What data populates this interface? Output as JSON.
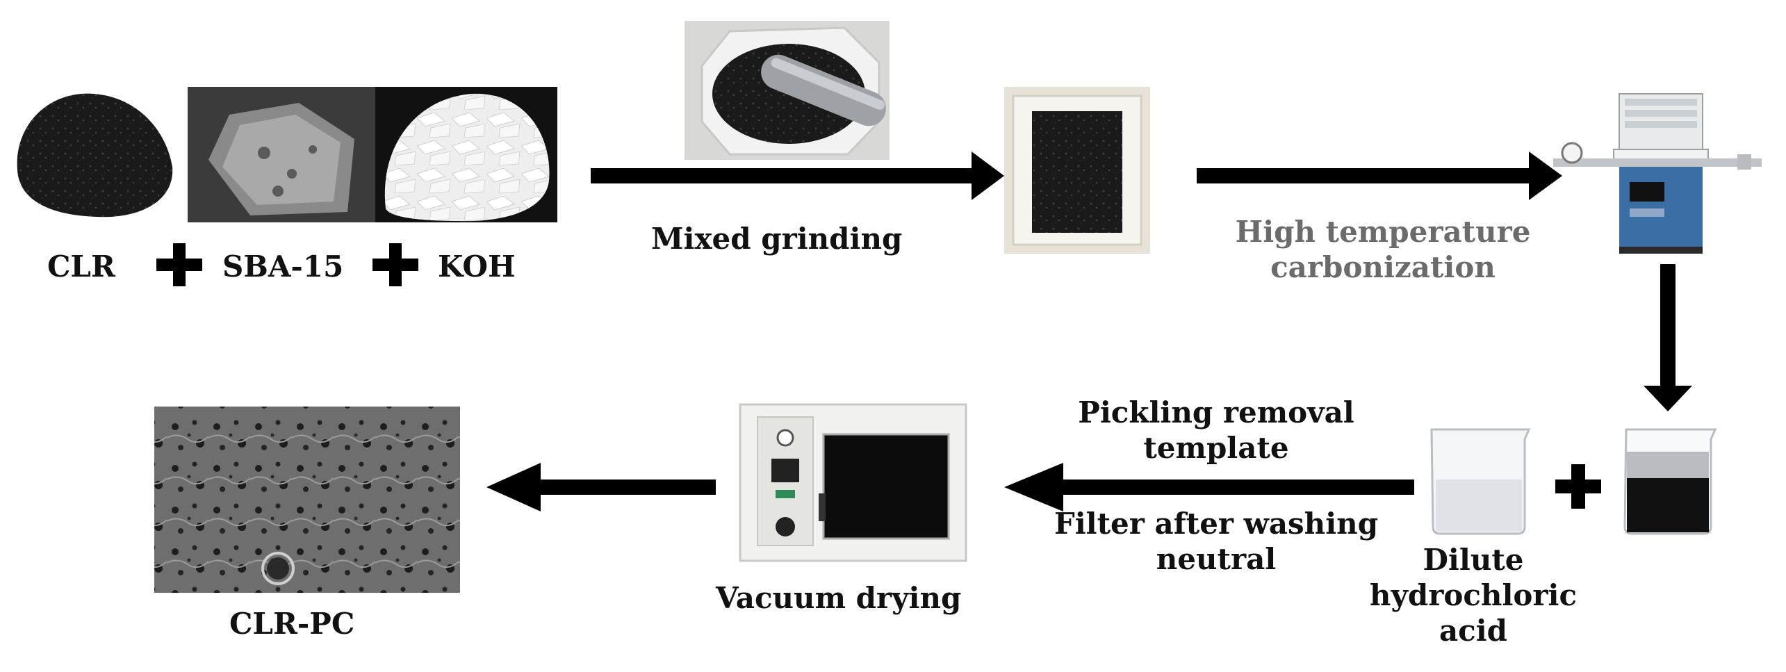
{
  "materials": {
    "clr": "CLR",
    "sba15": "SBA-15",
    "koh": "KOH"
  },
  "steps": {
    "mixed_grinding": "Mixed grinding",
    "carbonization_line1": "High temperature",
    "carbonization_line2": "carbonization",
    "pickling_line1": "Pickling removal",
    "pickling_line2": "template",
    "filter_line1": "Filter after washing",
    "filter_line2": "neutral",
    "acid_line1": "Dilute",
    "acid_line2": "hydrochloric",
    "acid_line3": "acid",
    "vacuum_drying": "Vacuum drying",
    "product": "CLR-PC"
  },
  "colors": {
    "arrow": "#000000",
    "label": "#111111",
    "label_muted": "#6b6b6b"
  }
}
